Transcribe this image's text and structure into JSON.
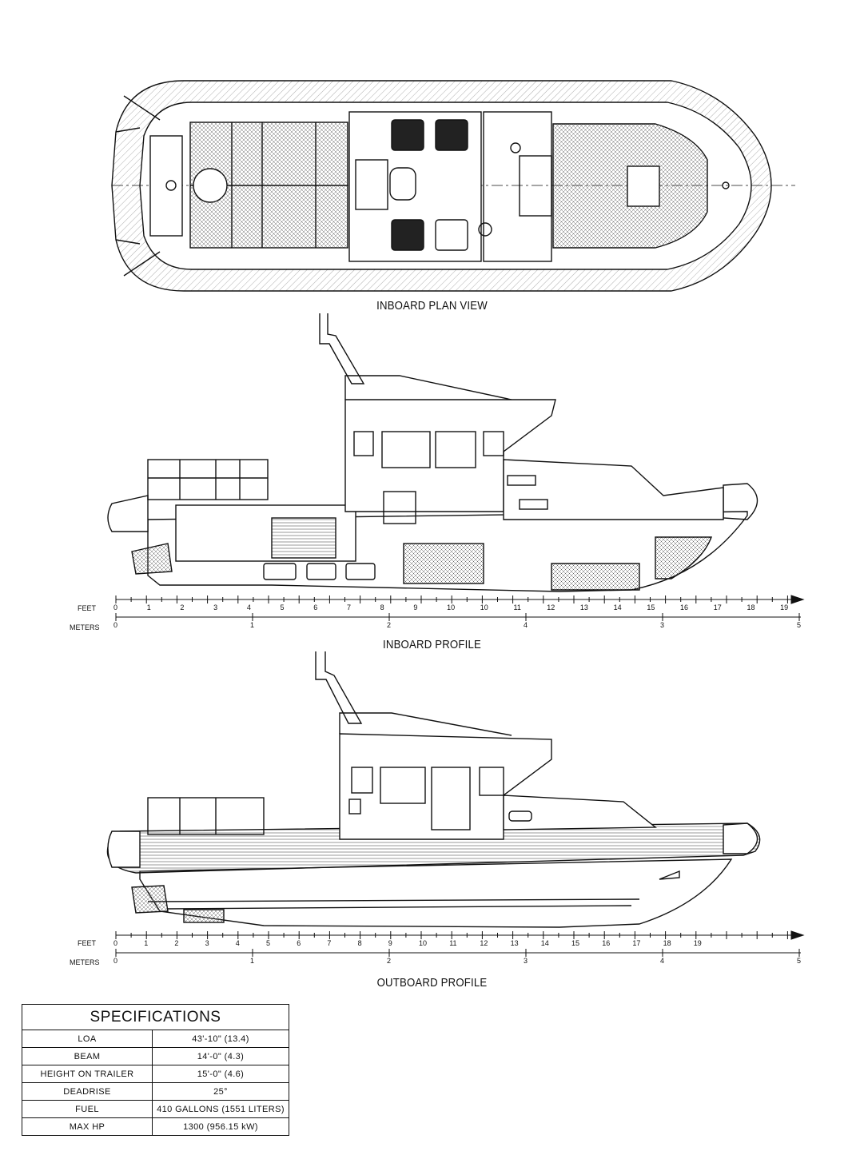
{
  "views": {
    "plan_title": "INBOARD PLAN VIEW",
    "inboard_title": "INBOARD PROFILE",
    "outboard_title": "OUTBOARD PROFILE"
  },
  "scale": {
    "feet_label": "FEET",
    "meters_label": "METERS",
    "feet_ticks": [
      "0",
      "1",
      "2",
      "3",
      "4",
      "5",
      "6",
      "7",
      "8",
      "9",
      "10",
      "11",
      "12",
      "13",
      "14",
      "15",
      "16",
      "17",
      "18",
      "19"
    ],
    "meters_ticks": [
      "0",
      "1",
      "2",
      "3",
      "4",
      "5"
    ],
    "inboard_feet_ticks": [
      "0",
      "1",
      "2",
      "3",
      "4",
      "5",
      "6",
      "7",
      "8",
      "9",
      "10",
      "10",
      "11",
      "12",
      "13",
      "14",
      "15",
      "16",
      "17",
      "18",
      "19"
    ],
    "inboard_meters_ticks": [
      "0",
      "1",
      "2",
      "4",
      "3",
      "5"
    ]
  },
  "specifications": {
    "title": "SPECIFICATIONS",
    "rows": [
      {
        "label": "LOA",
        "value": "43'-10\" (13.4)"
      },
      {
        "label": "BEAM",
        "value": "14'-0\" (4.3)"
      },
      {
        "label": "HEIGHT ON TRAILER",
        "value": "15'-0\" (4.6)"
      },
      {
        "label": "DEADRISE",
        "value": "25°"
      },
      {
        "label": "FUEL",
        "value": "410 GALLONS (1551 LITERS)"
      },
      {
        "label": "MAX HP",
        "value": "1300 (956.15 kW)"
      }
    ]
  }
}
